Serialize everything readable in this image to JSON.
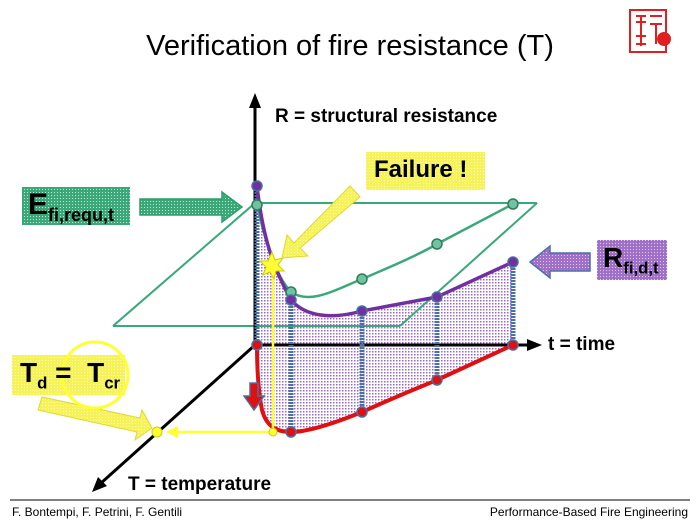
{
  "title": "Verification of fire resistance (T)",
  "axes": {
    "r_label": "R = structural resistance",
    "t_label": "t = time",
    "temp_label": "T = temperature"
  },
  "callouts": {
    "failure": "Failure !",
    "e_main": "E",
    "e_sub": "fi,requ,t",
    "r_main": "R",
    "r_sub": "fi,d,t",
    "td_main": "T",
    "td_sub": "d",
    "equals": "=",
    "tcr_main": "T",
    "tcr_sub": "cr"
  },
  "logo": {
    "text": "seal"
  },
  "footer": {
    "authors": "F. Bontempi, F. Petrini, F. Gentili",
    "course": "Performance-Based Fire Engineering"
  },
  "colors": {
    "green": "#2e9e6a",
    "purple": "#7030a0",
    "red": "#e01010",
    "blue": "#4a6fa5",
    "yellow": "#ffff33"
  }
}
